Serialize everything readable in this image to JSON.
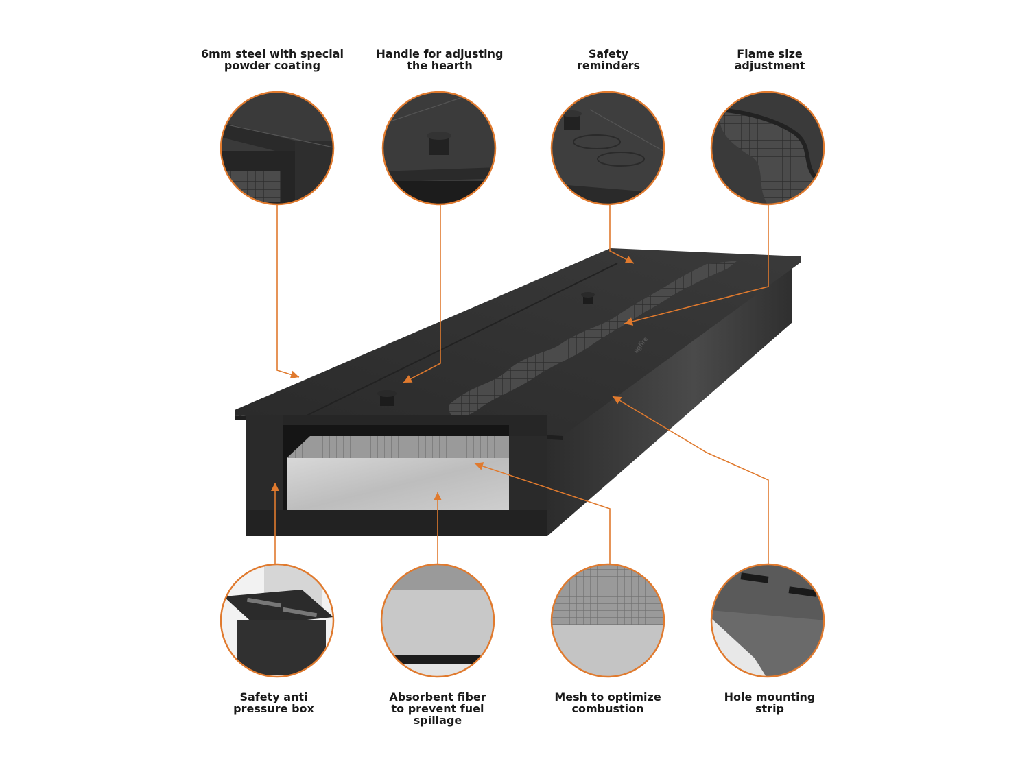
{
  "colors": {
    "accent": "#e07a2e",
    "product_dark": "#2b2b2b",
    "product_top": "#333333",
    "background": "#ffffff"
  },
  "brand_mark": "sgfire",
  "callouts": {
    "top": [
      {
        "id": "steel",
        "lines": [
          "6mm steel with special",
          "powder coating"
        ],
        "icon": "steel-corner-closeup"
      },
      {
        "id": "handle",
        "lines": [
          "Handle for adjusting",
          "the hearth"
        ],
        "icon": "handle-knob-closeup"
      },
      {
        "id": "safety",
        "lines": [
          "Safety",
          "reminders"
        ],
        "icon": "safety-symbol-closeup"
      },
      {
        "id": "flame",
        "lines": [
          "Flame size",
          "adjustment"
        ],
        "icon": "wavy-slot-closeup"
      }
    ],
    "bottom": [
      {
        "id": "pressure",
        "lines": [
          "Safety anti",
          "pressure box"
        ],
        "icon": "pressure-box-closeup"
      },
      {
        "id": "fiber",
        "lines": [
          "Absorbent fiber",
          "to prevent fuel",
          "spillage"
        ],
        "icon": "fiber-closeup"
      },
      {
        "id": "mesh",
        "lines": [
          "Mesh to optimize",
          "combustion"
        ],
        "icon": "mesh-closeup"
      },
      {
        "id": "strip",
        "lines": [
          "Hole mounting",
          "strip"
        ],
        "icon": "mounting-strip-closeup"
      }
    ]
  }
}
